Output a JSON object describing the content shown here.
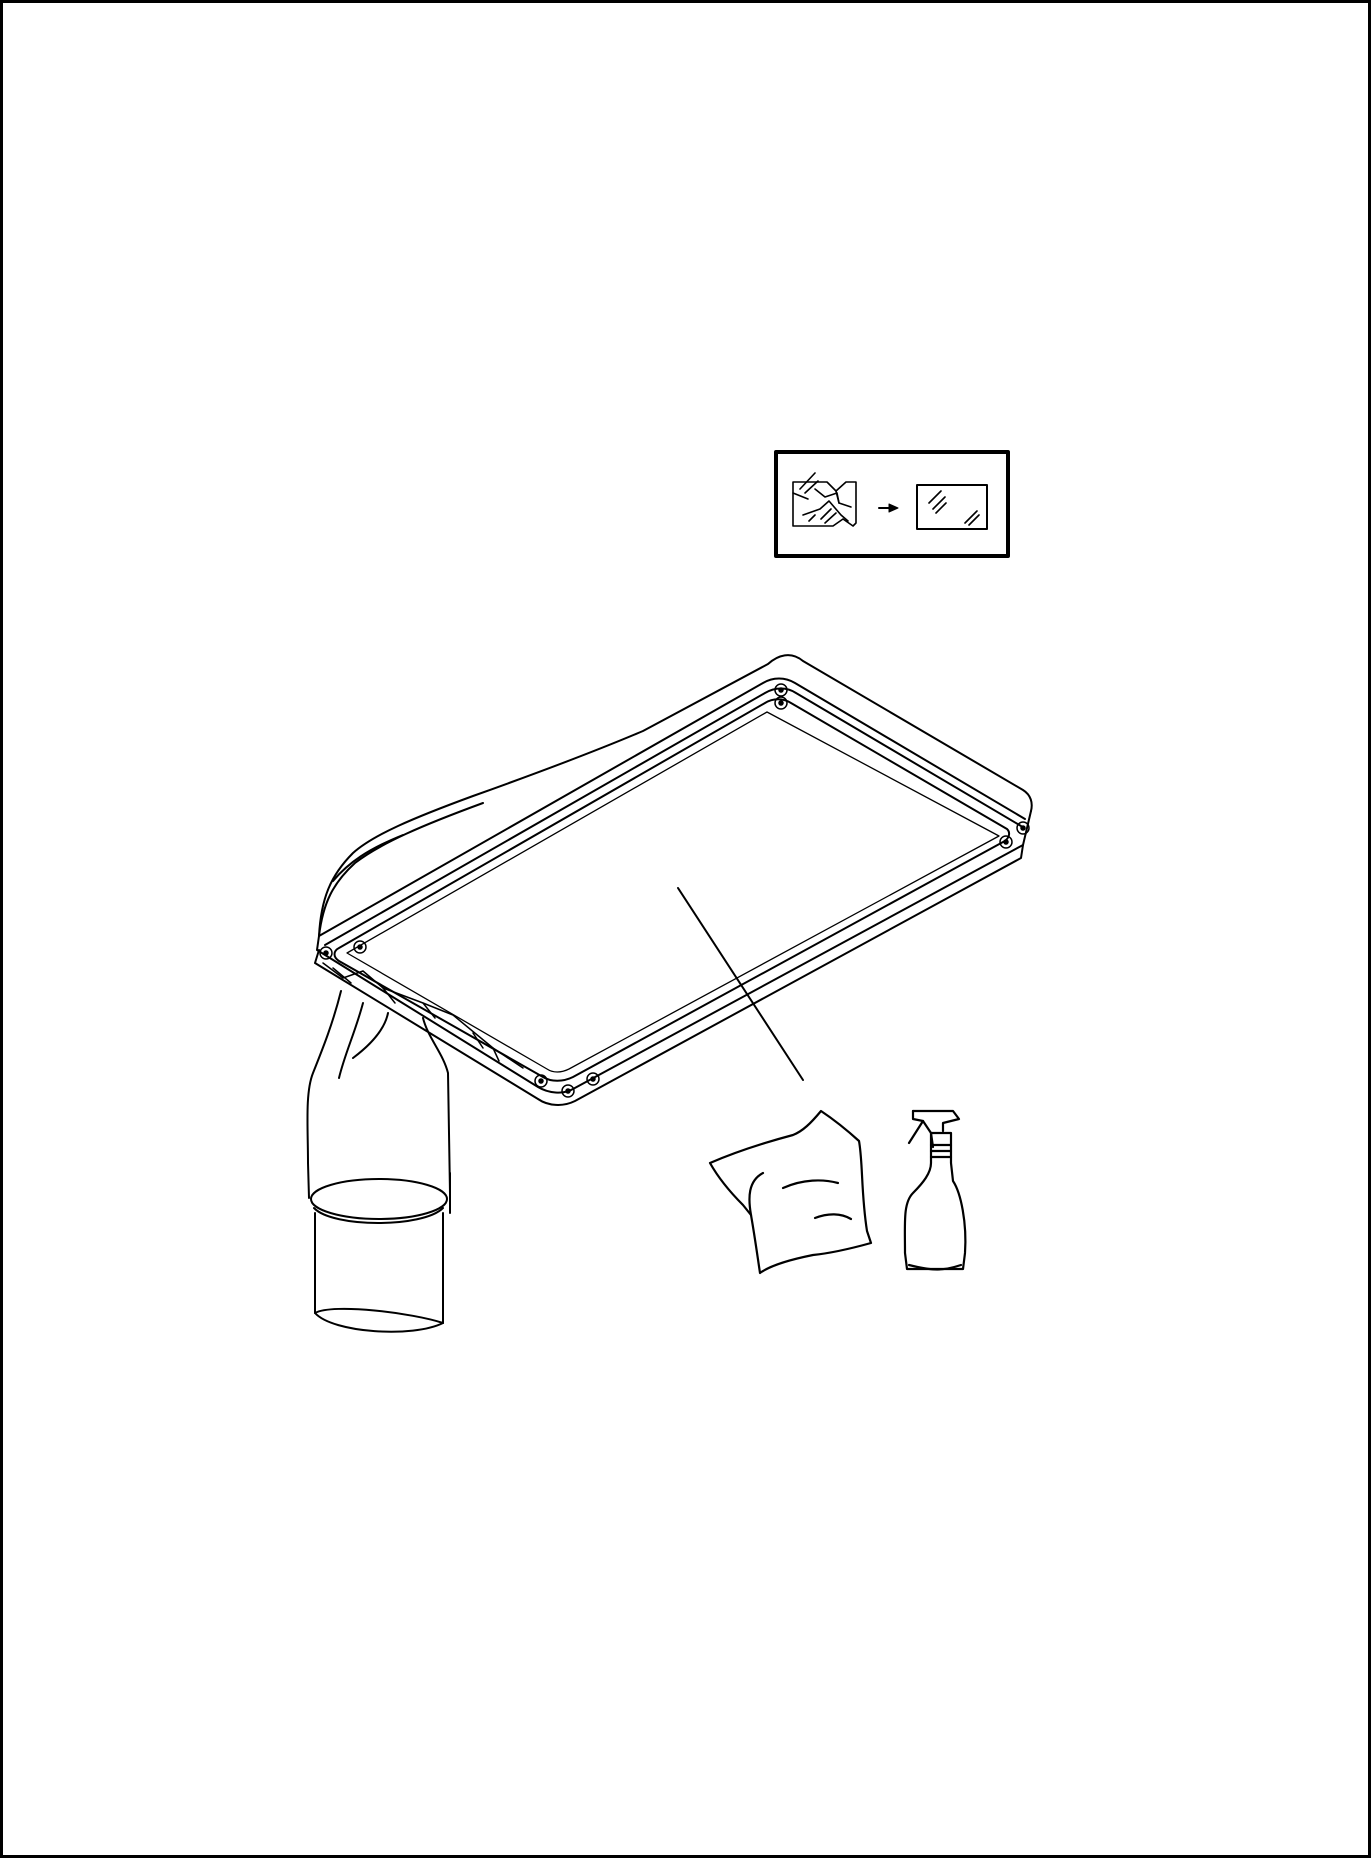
{
  "page": {
    "border_color": "#000000",
    "background": "#ffffff",
    "line_color": "#000000"
  },
  "inset": {
    "icons": [
      "cracked-glass-icon",
      "arrow-right-icon",
      "intact-glass-icon"
    ]
  },
  "illustration": {
    "parts": [
      "luminaire-housing",
      "glass-panel",
      "mounting-pole",
      "pointer-line",
      "cleaning-cloth-icon",
      "spray-bottle-icon"
    ]
  }
}
